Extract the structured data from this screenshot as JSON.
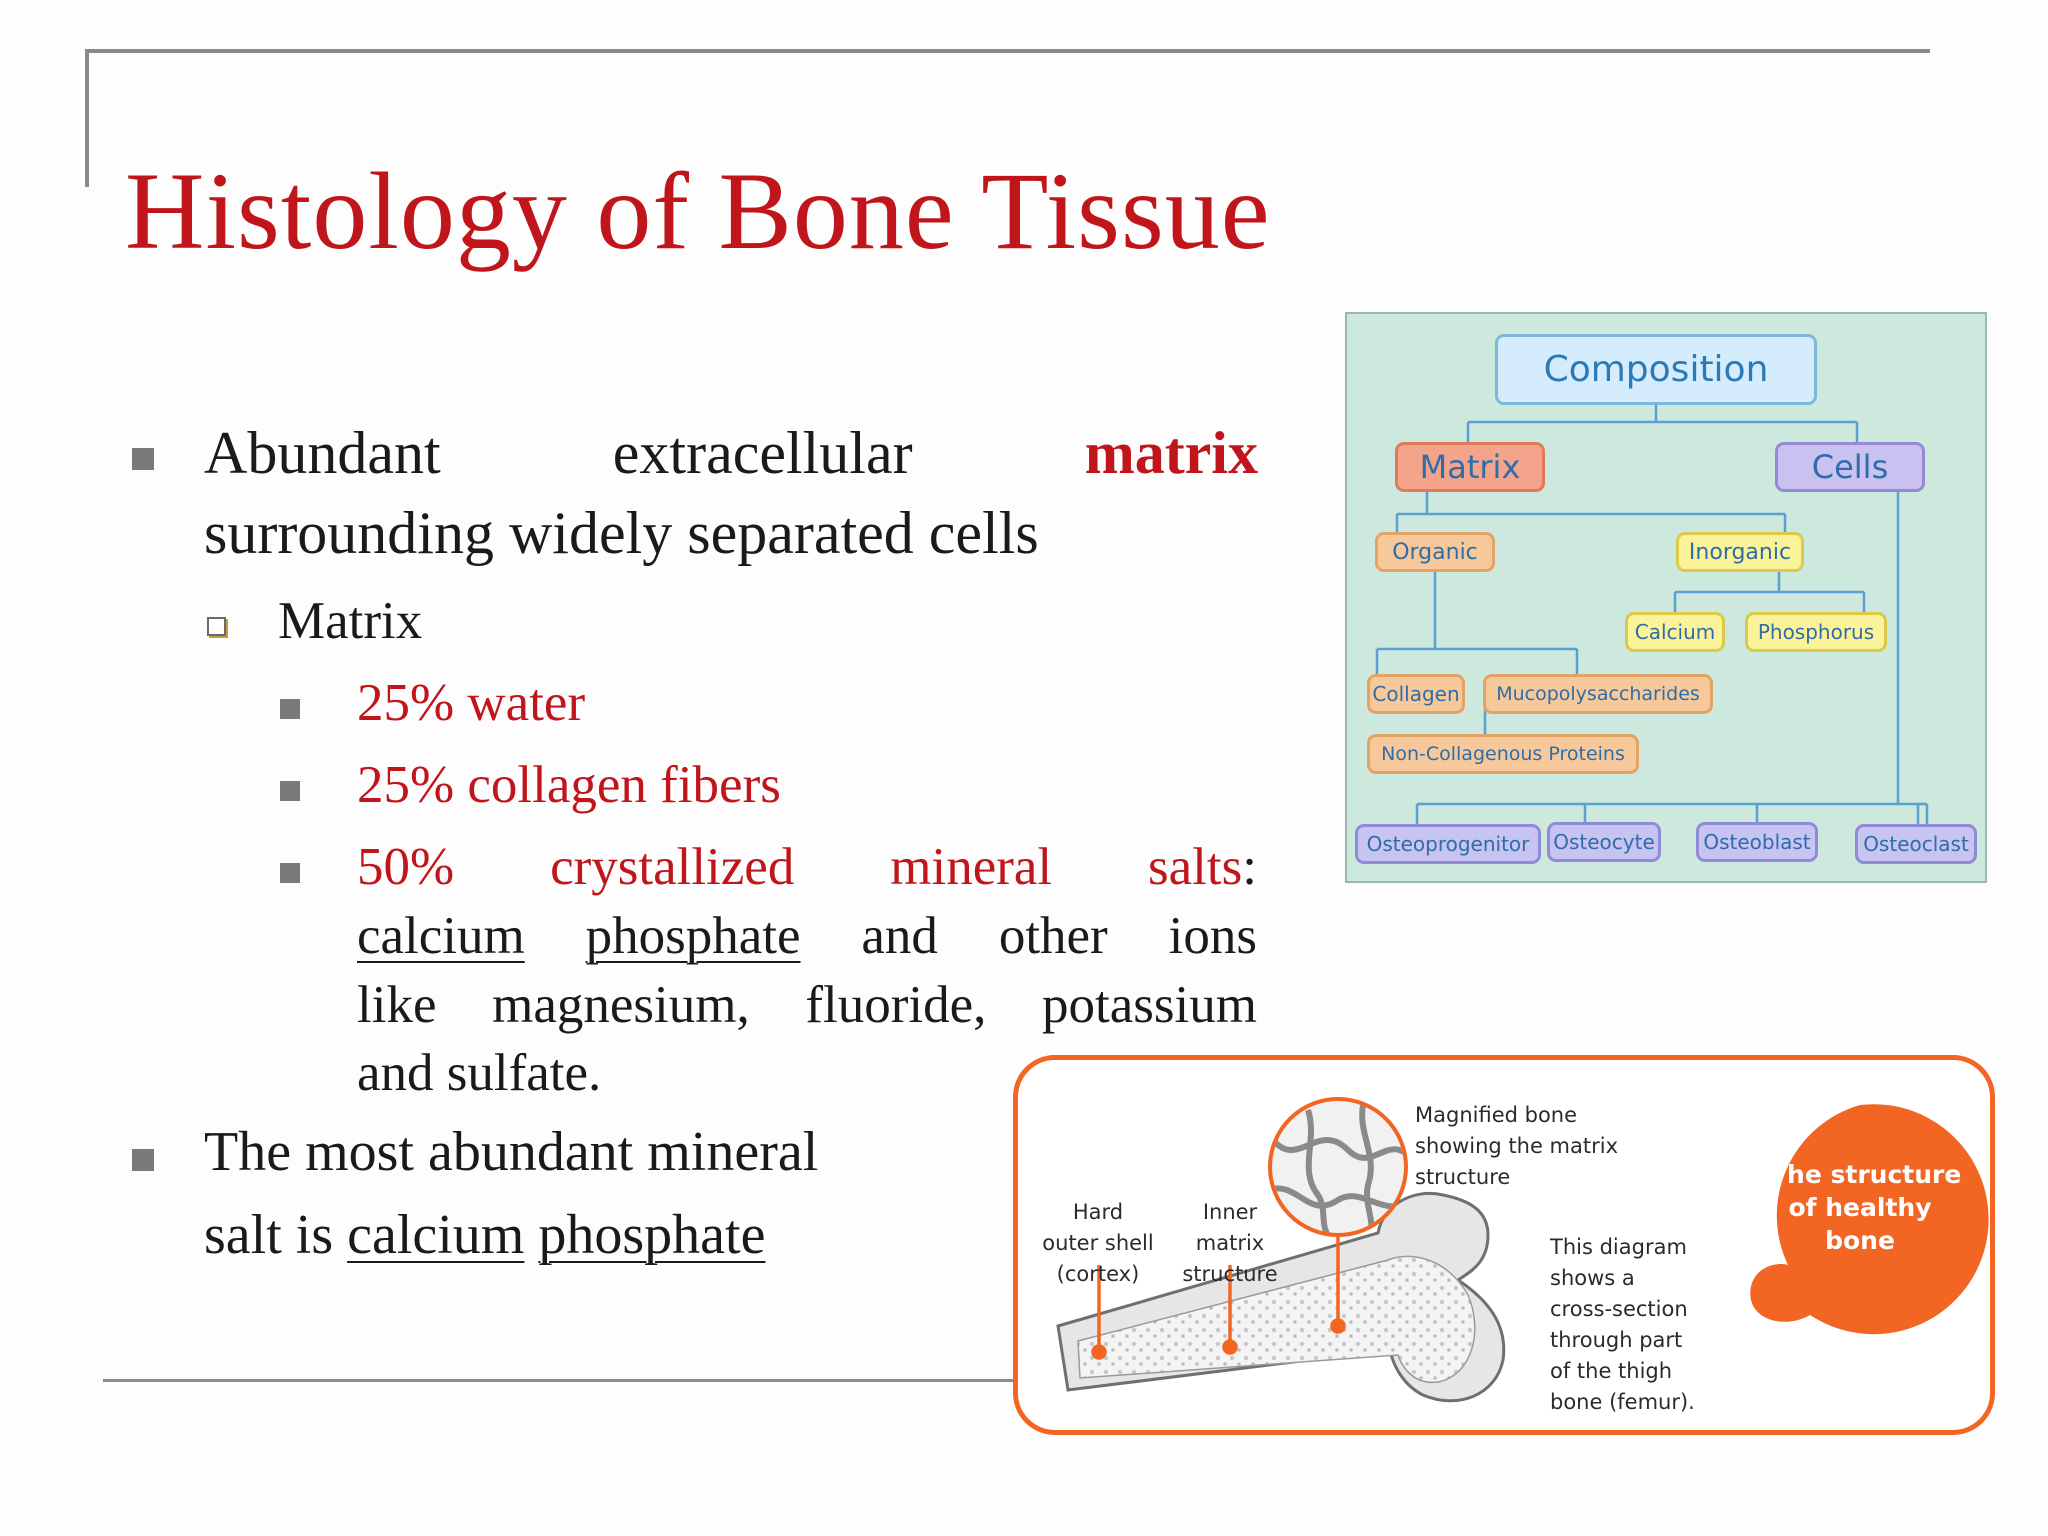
{
  "slide": {
    "title": "Histology of Bone Tissue",
    "bullet1": {
      "line1_words": [
        "Abundant",
        "extracellular"
      ],
      "line1_emph": "matrix",
      "line2": "surrounding widely separated cells"
    },
    "sub_heading": "Matrix",
    "items": {
      "water": "25% water",
      "collagen": "25% collagen fibers",
      "mineral_line1_words": [
        "50%",
        "crystallized",
        "mineral"
      ],
      "mineral_line1_last": "salts",
      "mineral_line1_colon": ":",
      "mineral_line2_u1": "calcium",
      "mineral_line2_u2": "phosphate",
      "mineral_line2_words": [
        "and",
        "other",
        "ions"
      ],
      "mineral_line3_words": [
        "like",
        "magnesium,",
        "fluoride,",
        "potassium"
      ],
      "mineral_line4": "and sulfate."
    },
    "bullet2": {
      "line1": "The most abundant mineral",
      "line2_prefix": "salt is",
      "line2_u1": "calcium",
      "line2_u2": "phosphate"
    }
  },
  "composition_diagram": {
    "root": "Composition",
    "matrix": "Matrix",
    "cells": "Cells",
    "organic": "Organic",
    "inorganic": "Inorganic",
    "calcium": "Calcium",
    "phosphorus": "Phosphorus",
    "collagen": "Collagen",
    "mucopoly": "Mucopolysaccharides",
    "noncollagenous": "Non-Collagenous Proteins",
    "osteoprogenitor": "Osteoprogenitor",
    "osteocyte": "Osteocyte",
    "osteoblast": "Osteoblast",
    "osteoclast": "Osteoclast"
  },
  "bone_figure": {
    "magnified": [
      "Magnified bone",
      "showing the matrix",
      "structure"
    ],
    "hard": [
      "Hard",
      "outer shell",
      "(cortex)"
    ],
    "inner": [
      "Inner",
      "matrix",
      "structure"
    ],
    "desc": [
      "This diagram",
      "shows a",
      "cross-section",
      "through part",
      "of the thigh",
      "bone (femur)."
    ],
    "bubble": [
      "The structure",
      "of healthy",
      "bone"
    ],
    "accent_color": "#f26522"
  },
  "colors": {
    "title_red": "#c0161b",
    "bullet_gray": "#7a7a7a",
    "diagram_bg": "#cde8dc"
  }
}
